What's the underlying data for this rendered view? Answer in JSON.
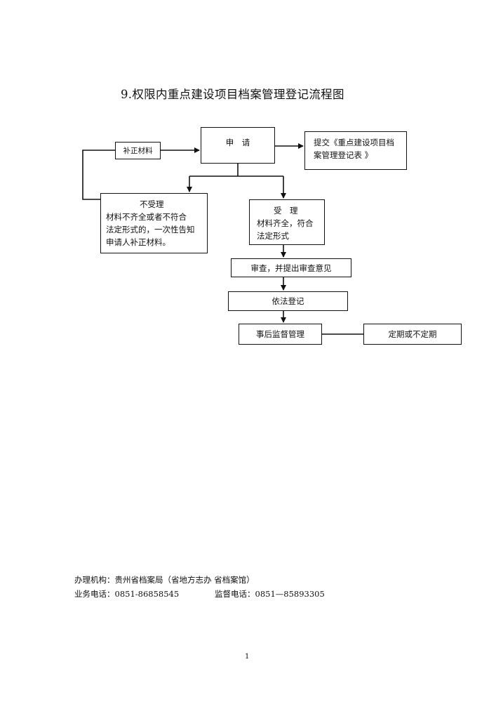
{
  "document": {
    "title": "9.权限内重点建设项目档案管理登记流程图",
    "page_number": "1"
  },
  "flowchart": {
    "apply": "申　请",
    "submit_form_line1": "提交《重点建设项目档",
    "submit_form_line2": "案管理登记表 》",
    "supplement": "补正材料",
    "reject_title": "不受理",
    "reject_line1": "材料不齐全或者不符合",
    "reject_line2": "法定形式的，一次性告知",
    "reject_line3": "申请人补正材料。",
    "accept_title": "受　理",
    "accept_line1": "材料齐全，符合",
    "accept_line2": "法定形式",
    "review": "审查，并提出审查意见",
    "register": "依法登记",
    "supervise": "事后监督管理",
    "periodic": "定期或不定期"
  },
  "footer": {
    "agency": "办理机构：贵州省档案局（省地方志办 省档案馆）",
    "business_phone": "业务电话：0851-86858545",
    "supervision_phone": "监督电话：0851—85893305"
  }
}
